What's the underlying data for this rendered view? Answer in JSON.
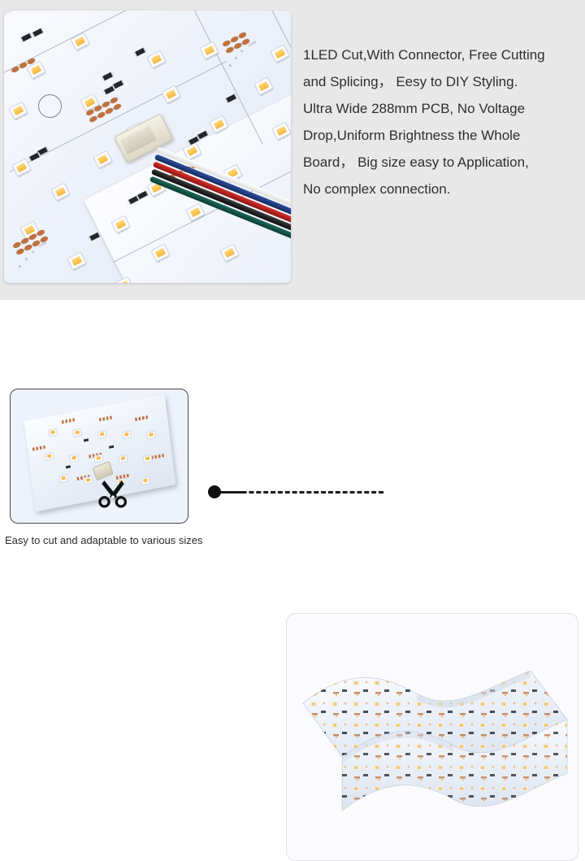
{
  "page": {
    "background_top": "#e8e8e8",
    "background_bottom": "#ffffff",
    "text_color": "#2f2f2f"
  },
  "top_section": {
    "photo": {
      "alt": "Close-up of LED PCB boards with white connector and four-color wire harness",
      "wires": [
        {
          "name": "white-wire",
          "color": "#ffffff"
        },
        {
          "name": "blue-wire",
          "color": "#2e4f9e"
        },
        {
          "name": "red-wire",
          "color": "#d8322c"
        },
        {
          "name": "black-wire",
          "color": "#2b2b2b"
        },
        {
          "name": "green-wire",
          "color": "#1e6a5a"
        }
      ],
      "silkscreen_labels": [
        "+24V",
        "G",
        "R",
        "B",
        "V+",
        "+24V",
        "G",
        "R",
        "B",
        "V+"
      ]
    },
    "features": [
      "1LED Cut,With Connector, Free Cutting",
      "and Splicing， Eesy to DIY Styling.",
      "Ultra Wide 288mm  PCB, No Voltage",
      "Drop,Uniform Brightness the Whole",
      "Board， Big size easy to Application,",
      "No complex connection."
    ]
  },
  "bottom_section": {
    "small_board": {
      "alt": "Small rectangular LED panel cut to size",
      "caption": "Easy to cut and adaptable to various sizes"
    },
    "cut_indicator": {
      "dot_label": "cut-start-point",
      "line_style": "dashed",
      "icon": "scissors-icon"
    },
    "flex_sheet": {
      "alt": "Large flexible LED PCB sheet shown bending in a wave"
    }
  }
}
